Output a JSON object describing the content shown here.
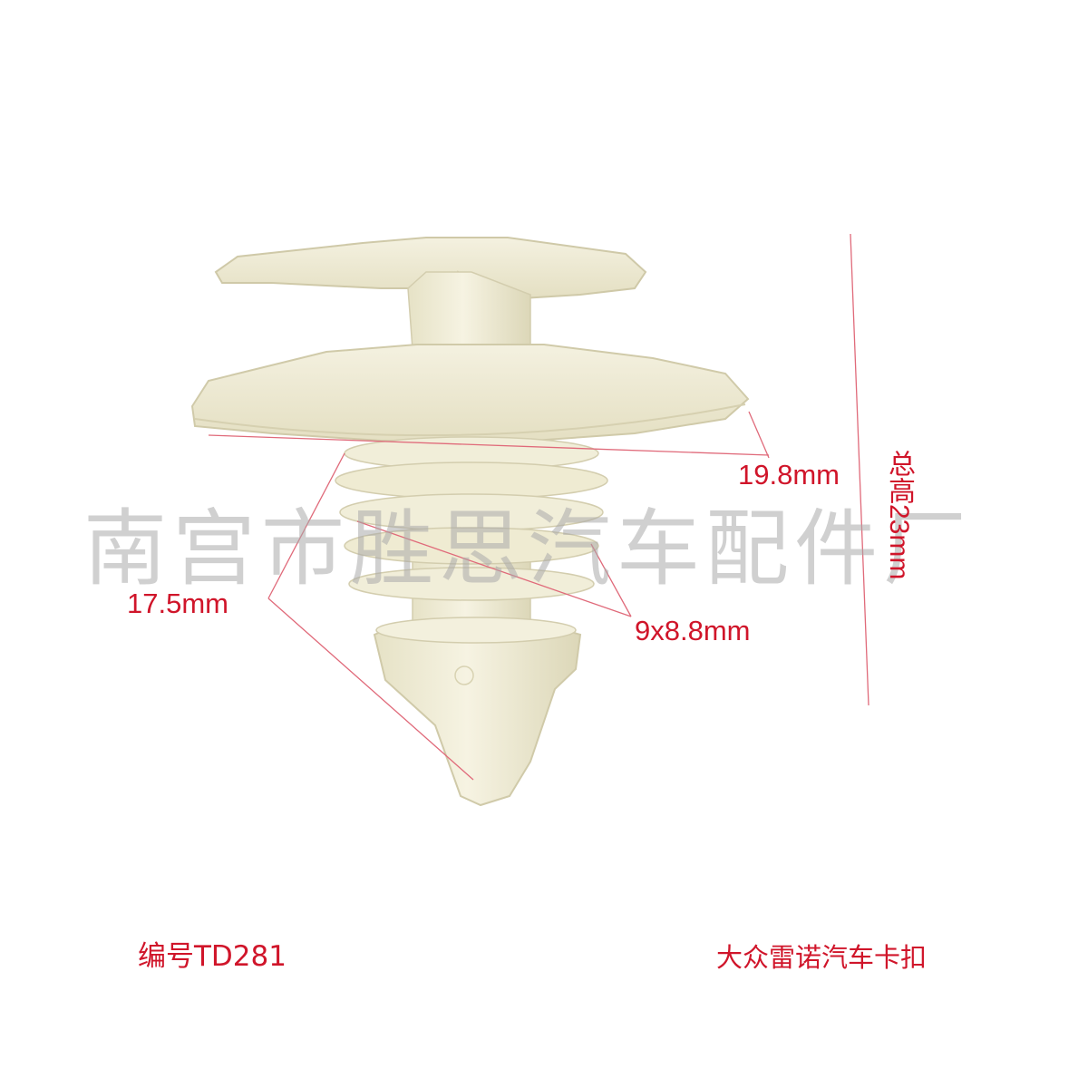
{
  "product": {
    "part_number": "编号TD281",
    "description": "大众雷诺汽车卡扣"
  },
  "dimensions": {
    "head_diameter": "19.8mm",
    "stem_length": "17.5mm",
    "shank_size": "9x8.8mm",
    "total_height": "总高23mm"
  },
  "watermark": "南宫市胜思汽车配件厂",
  "colors": {
    "label": "#d0152a",
    "guide_line": "#e06a7a",
    "clip_body": "#f2efd9",
    "watermark": "#aaaaaa"
  },
  "icons": {
    "clip": "plastic-push-clip-fastener"
  }
}
